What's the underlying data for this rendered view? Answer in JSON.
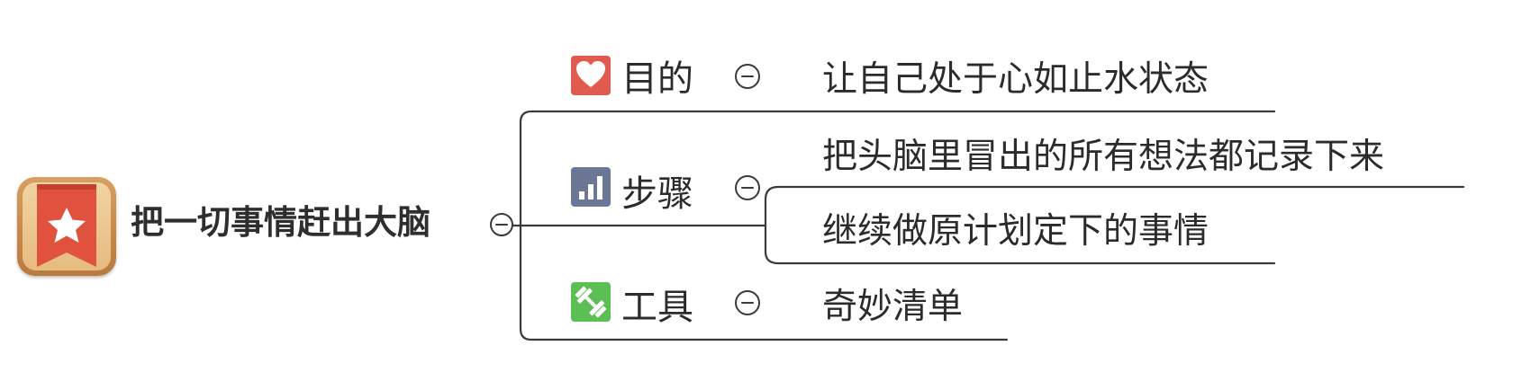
{
  "root": {
    "title": "把一切事情赶出大脑",
    "icon": "wunderlist-star-bookmark-icon"
  },
  "branches": [
    {
      "label": "目的",
      "icon": "heart-icon",
      "icon_color": "#e05a4e",
      "children": [
        "让自己处于心如止水状态"
      ]
    },
    {
      "label": "步骤",
      "icon": "bar-chart-icon",
      "icon_color": "#6b7794",
      "children": [
        "把头脑里冒出的所有想法都记录下来",
        "继续做原计划定下的事情"
      ]
    },
    {
      "label": "工具",
      "icon": "dumbbell-icon",
      "icon_color": "#5bbf54",
      "children": [
        "奇妙清单"
      ]
    }
  ],
  "colors": {
    "line": "#3a3a3a",
    "text": "#2b2b2b",
    "background": "#ffffff"
  }
}
